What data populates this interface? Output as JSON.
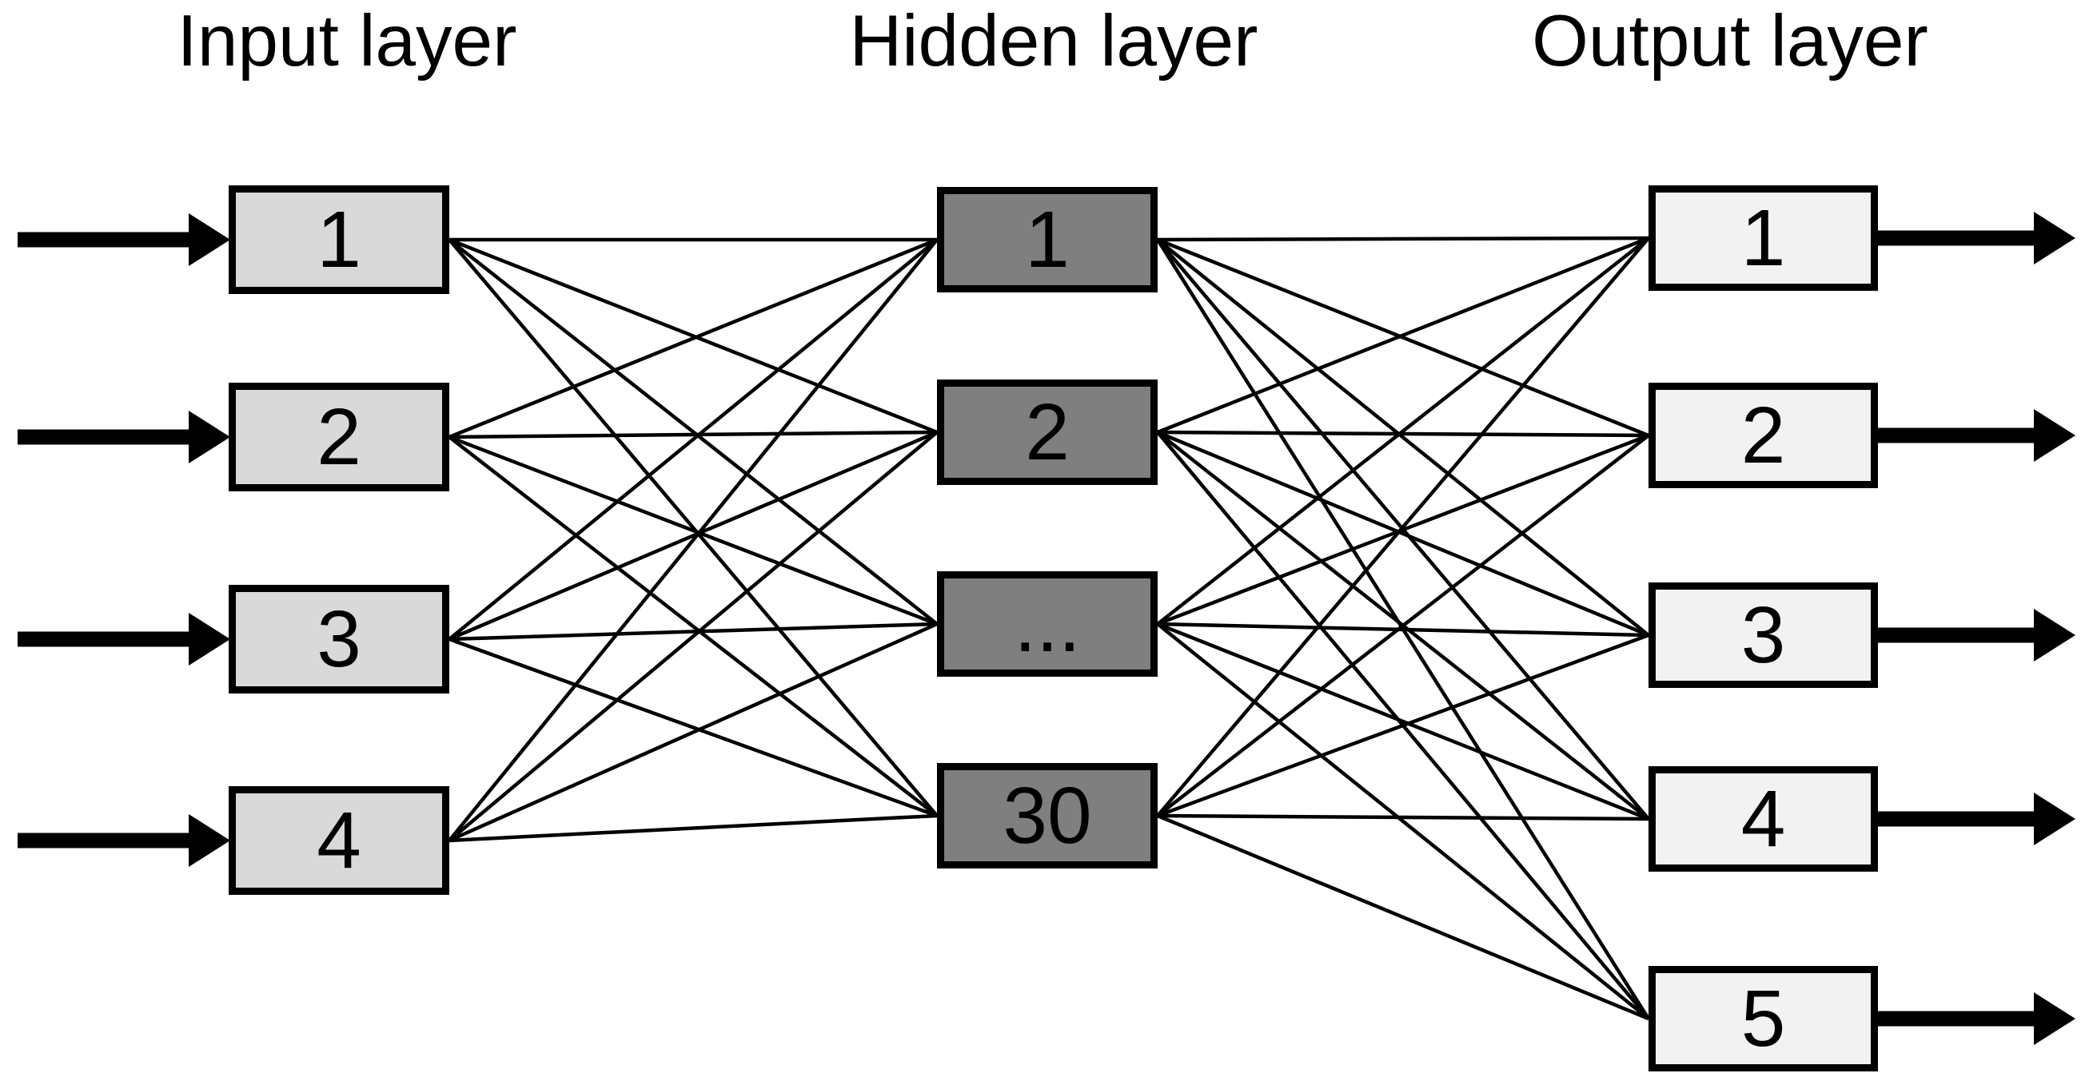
{
  "figure": {
    "background": "#ffffff",
    "stroke_color": "#000000"
  },
  "layers": {
    "input": {
      "title": "Input layer",
      "fill": "#d9d9d9",
      "nodes": [
        "1",
        "2",
        "3",
        "4"
      ]
    },
    "hidden": {
      "title": "Hidden layer",
      "fill": "#7f7f7f",
      "nodes": [
        "1",
        "2",
        "...",
        "30"
      ]
    },
    "output": {
      "title": "Output layer",
      "fill": "#f2f2f2",
      "nodes": [
        "1",
        "2",
        "3",
        "4",
        "5"
      ]
    }
  },
  "connections": {
    "input_to_hidden": "fully connected",
    "hidden_to_output": "fully connected"
  }
}
